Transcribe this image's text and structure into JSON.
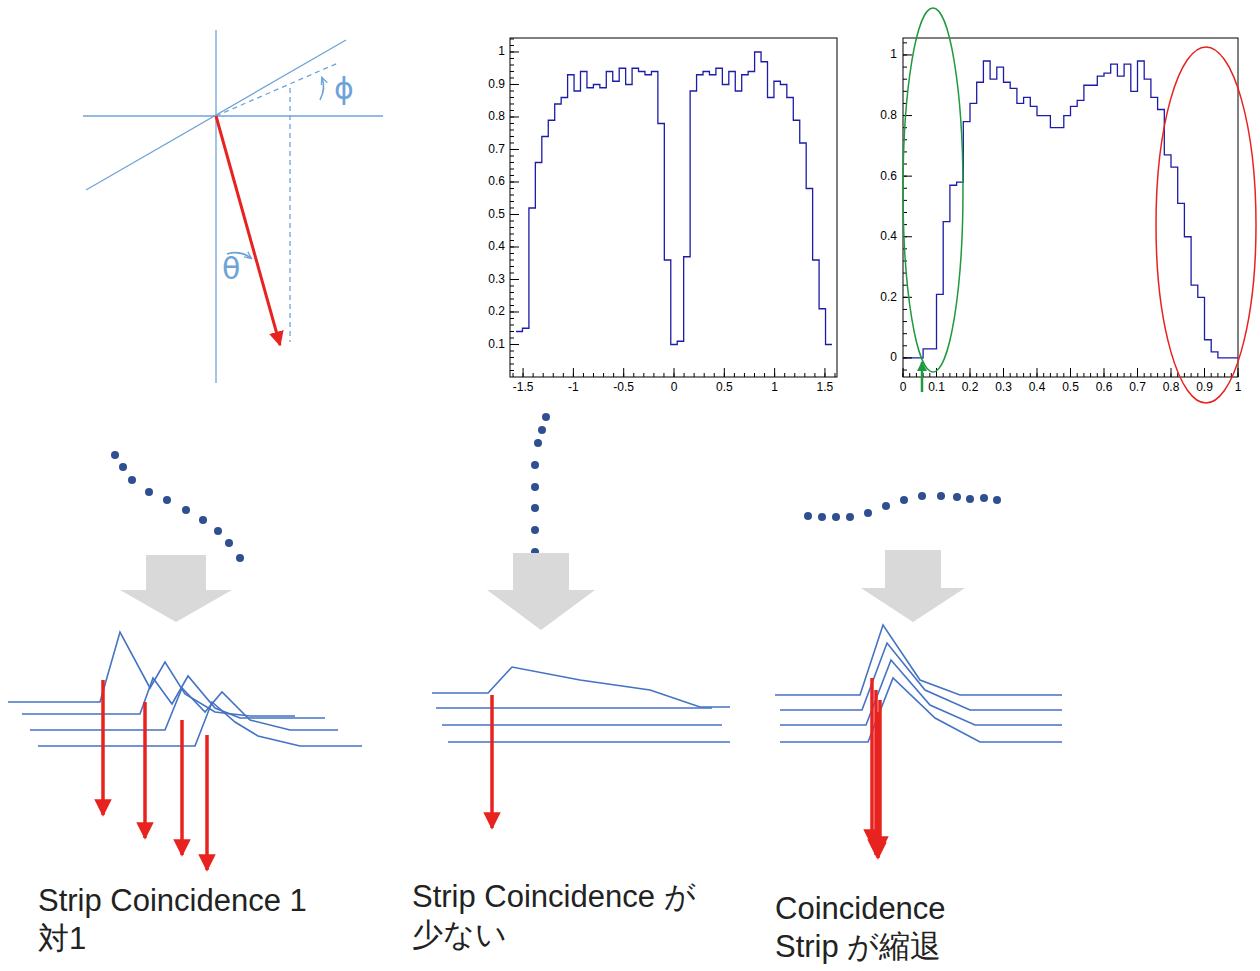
{
  "diagram": {
    "labels": [
      "θ",
      "ϕ",
      "0.1",
      "0.2",
      "0.3",
      "0.4",
      "0.5",
      "0.6",
      "0.7",
      "0.8",
      "0.9",
      "1",
      "-1.5",
      "-1",
      "-0.5",
      "0",
      "0.5",
      "1",
      "1.5",
      "0",
      "0.2",
      "0.4",
      "0.6",
      "0.8",
      "1",
      "0",
      "0.1",
      "0.2",
      "0.3",
      "0.4",
      "0.5",
      "0.6",
      "0.7",
      "0.8",
      "0.9",
      "1",
      "Strip Coincidence 1対1",
      "Strip Coincidence が少ない",
      "Coincidence Strip が縮退"
    ]
  }
}
